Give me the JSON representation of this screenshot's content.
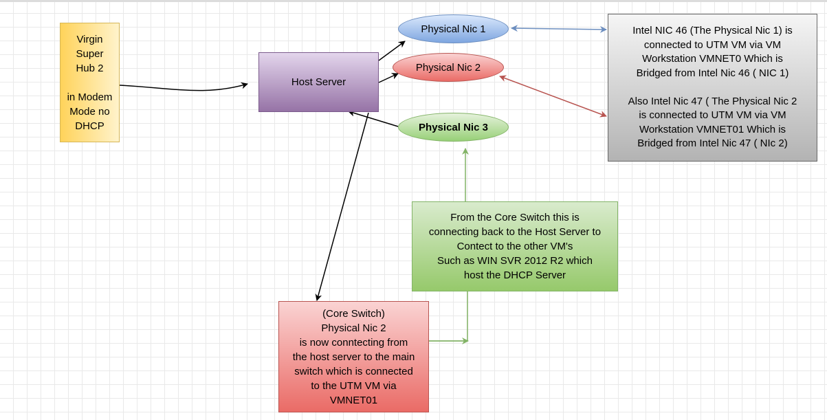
{
  "nodes": {
    "virgin_hub": "Virgin\nSuper\nHub 2\n\nin Modem\nMode no\nDHCP",
    "host_server": "Host Server",
    "physical_nic_1": "Physical Nic 1",
    "physical_nic_2": "Physical Nic 2",
    "physical_nic_3": "Physical Nic 3",
    "intel_note": "Intel NIC 46 (The Physical Nic 1)  is\nconnected to UTM VM via VM\nWorkstation VMNET0 Which is\nBridged from  Intel Nic 46 ( NIC 1)\n\nAlso Intel Nic 47 ( The Physical Nic 2\nis connected to UTM VM via VM\nWorkstation VMNET01 Which is\nBridged from  Intel Nic 47 ( NIc 2)",
    "core_switch_note": "From the Core Switch this is\nconnecting back to  the Host Server to\nContect to the other VM's\nSuch as WIN SVR 2012 R2 which\nhost the DHCP Server",
    "core_switch": "(Core Switch)\nPhysical Nic 2\nis now conntecting from\nthe host server to the main\nswitch which is connected\nto the UTM VM via\nVMNET01"
  },
  "colors": {
    "edge_default": "#000000",
    "edge_blue": "#6c8ebf",
    "edge_red": "#b85450",
    "edge_green": "#82b366"
  }
}
